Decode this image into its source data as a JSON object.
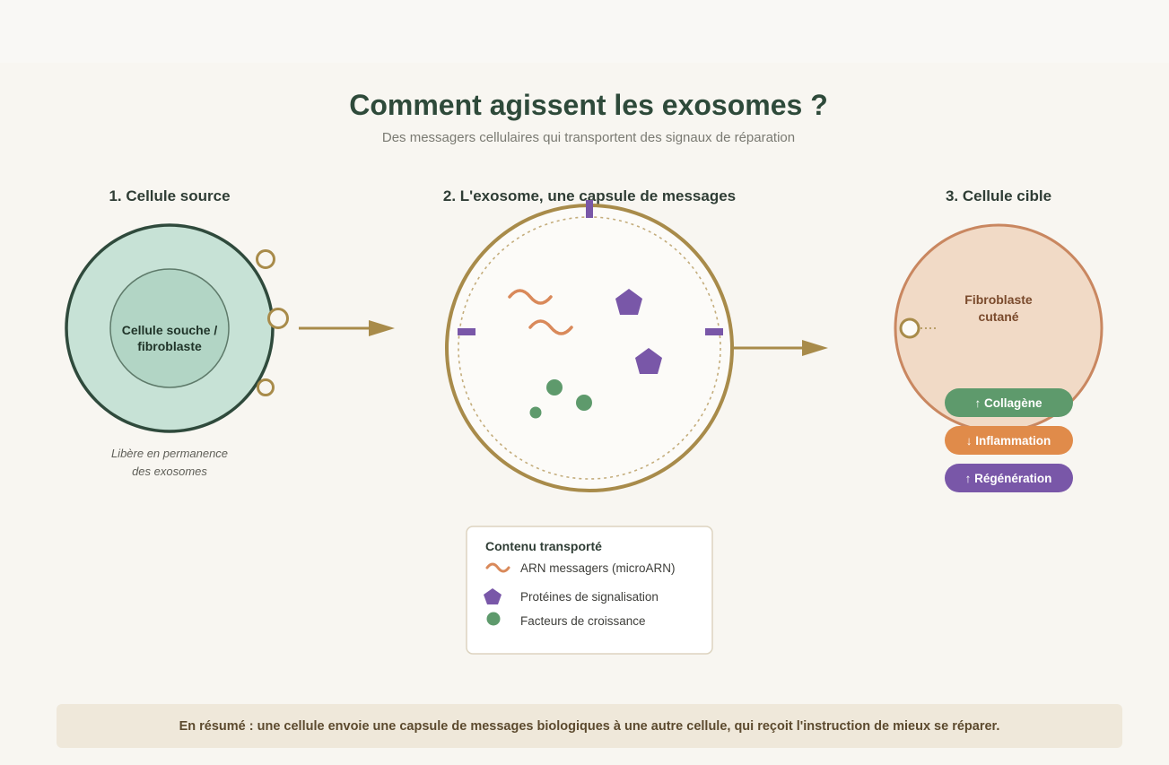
{
  "header": {
    "title": "Comment agissent les exosomes ?",
    "subtitle": "Des messagers cellulaires qui transportent des signaux de réparation"
  },
  "steps": {
    "source": {
      "heading": "1. Cellule source",
      "cell_label_line1": "Cellule souche /",
      "cell_label_line2": "fibroblaste",
      "caption_line1": "Libère en permanence",
      "caption_line2": "des exosomes"
    },
    "exosome": {
      "heading": "2. L'exosome, une capsule de messages"
    },
    "target": {
      "heading": "3. Cellule cible",
      "cell_label_line1": "Fibroblaste",
      "cell_label_line2": "cutané",
      "effects": [
        {
          "label": "↑ Collagène",
          "color": "#5e9a6c"
        },
        {
          "label": "↓ Inflammation",
          "color": "#e08b4a"
        },
        {
          "label": "↑ Régénération",
          "color": "#7957a8"
        }
      ]
    }
  },
  "legend": {
    "title": "Contenu transporté",
    "items": [
      {
        "label": "ARN messagers (microARN)",
        "icon": "wave-icon",
        "color": "#d9895a"
      },
      {
        "label": "Protéines de signalisation",
        "icon": "pentagon-icon",
        "color": "#7957a8"
      },
      {
        "label": "Facteurs de croissance",
        "icon": "dot-icon",
        "color": "#5e9a6c"
      }
    ]
  },
  "summary": {
    "text": "En résumé : une cellule envoie une capsule de messages biologiques à une autre cellule, qui reçoit l'instruction de mieux se réparer."
  },
  "colors": {
    "source_cell_fill": "#c7e2d6",
    "source_cell_stroke": "#2f4a3c",
    "exosome_stroke": "#a88b4a",
    "target_cell_fill": "#f1dac6",
    "target_cell_stroke": "#c98760",
    "arrow": "#a88b4a"
  }
}
